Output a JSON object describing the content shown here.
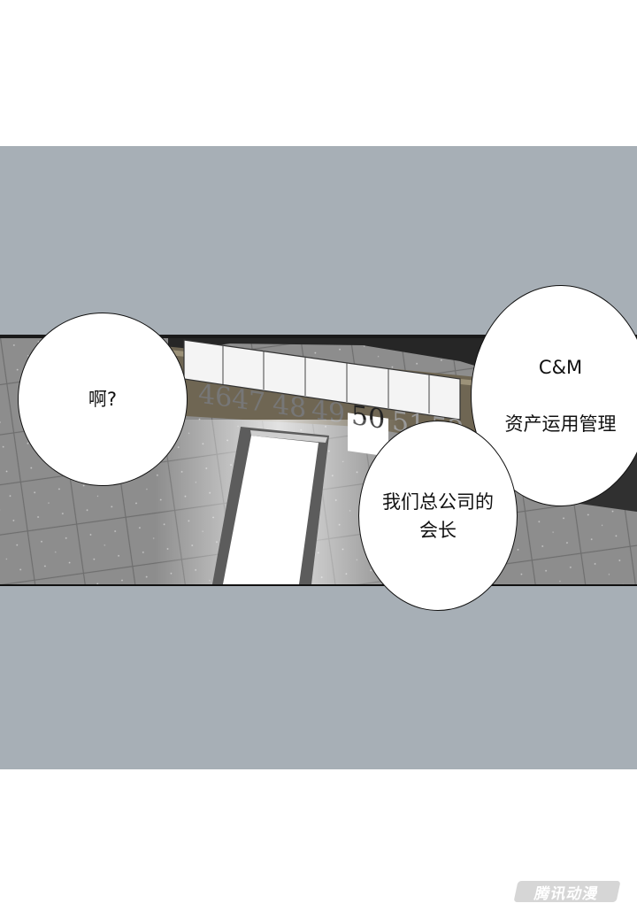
{
  "bubbles": {
    "ah": "啊?",
    "cm_title": "C&M",
    "cm_subtitle": "资产运用管理",
    "chairman": "我们总公司的\n会长"
  },
  "elevator_indicator": {
    "floors": [
      "46",
      "47",
      "48",
      "49",
      "50",
      "51",
      "52"
    ],
    "current_floor": "50"
  },
  "watermark": "腾讯动漫",
  "colors": {
    "panel_background": "#a7afb6",
    "tile_wall": "#8f8f8f",
    "bubble_fill": "#ffffff",
    "outline": "#111111"
  }
}
